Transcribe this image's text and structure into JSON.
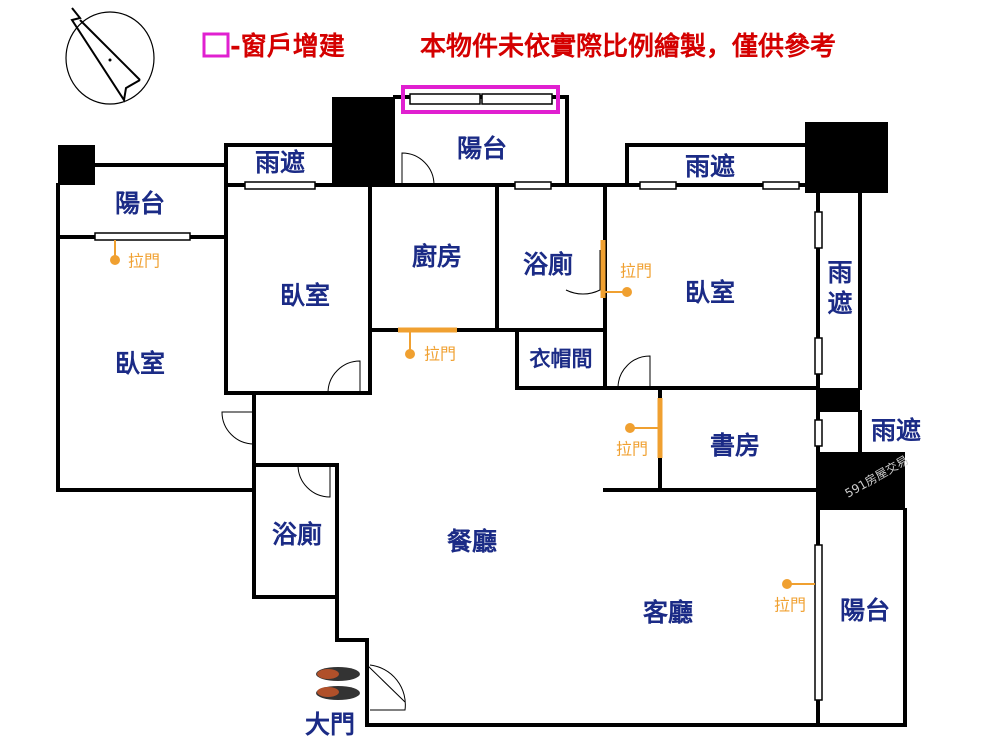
{
  "legend": {
    "window_label": "-窗戶增建",
    "disclaimer": "本物件未依實際比例繪製，僅供參考",
    "window_color": "#e020d0"
  },
  "rooms": {
    "balcony_top": "陽台",
    "awning_top_left": "雨遮",
    "awning_top_right": "雨遮",
    "balcony_left": "陽台",
    "bedroom_middle": "臥室",
    "kitchen": "廚房",
    "bathroom_top": "浴廁",
    "bedroom_right": "臥室",
    "awning_right_1": "雨",
    "awning_right_2": "遮",
    "bedroom_left": "臥室",
    "walk_in_closet": "衣帽間",
    "study": "書房",
    "awning_right_lower": "雨遮",
    "bathroom_lower": "浴廁",
    "dining_room": "餐廳",
    "living_room": "客廳",
    "balcony_right": "陽台",
    "main_door": "大門"
  },
  "sliding_door_label": "拉門",
  "watermark": "591房屋交易",
  "colors": {
    "label": "#1b2b86",
    "sliding_door": "#f0a030",
    "disclaimer": "#d40000"
  }
}
